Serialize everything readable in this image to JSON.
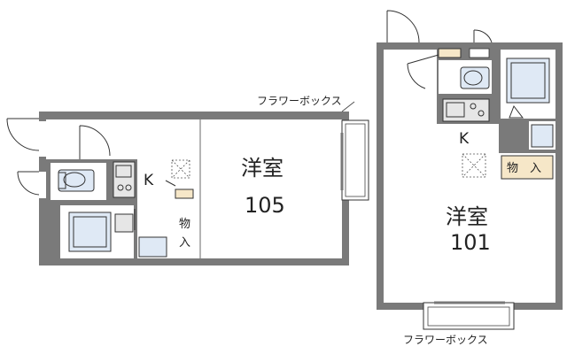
{
  "unit_105": {
    "room_type": "洋室",
    "room_number": "105",
    "kitchen_label": "K",
    "storage_label_top": "物",
    "storage_label_bottom": "入",
    "flower_box_label": "フラワーボックス"
  },
  "unit_101": {
    "room_type": "洋室",
    "room_number": "101",
    "kitchen_label": "K",
    "storage_label": "物　入",
    "flower_box_label": "フラワーボックス"
  }
}
